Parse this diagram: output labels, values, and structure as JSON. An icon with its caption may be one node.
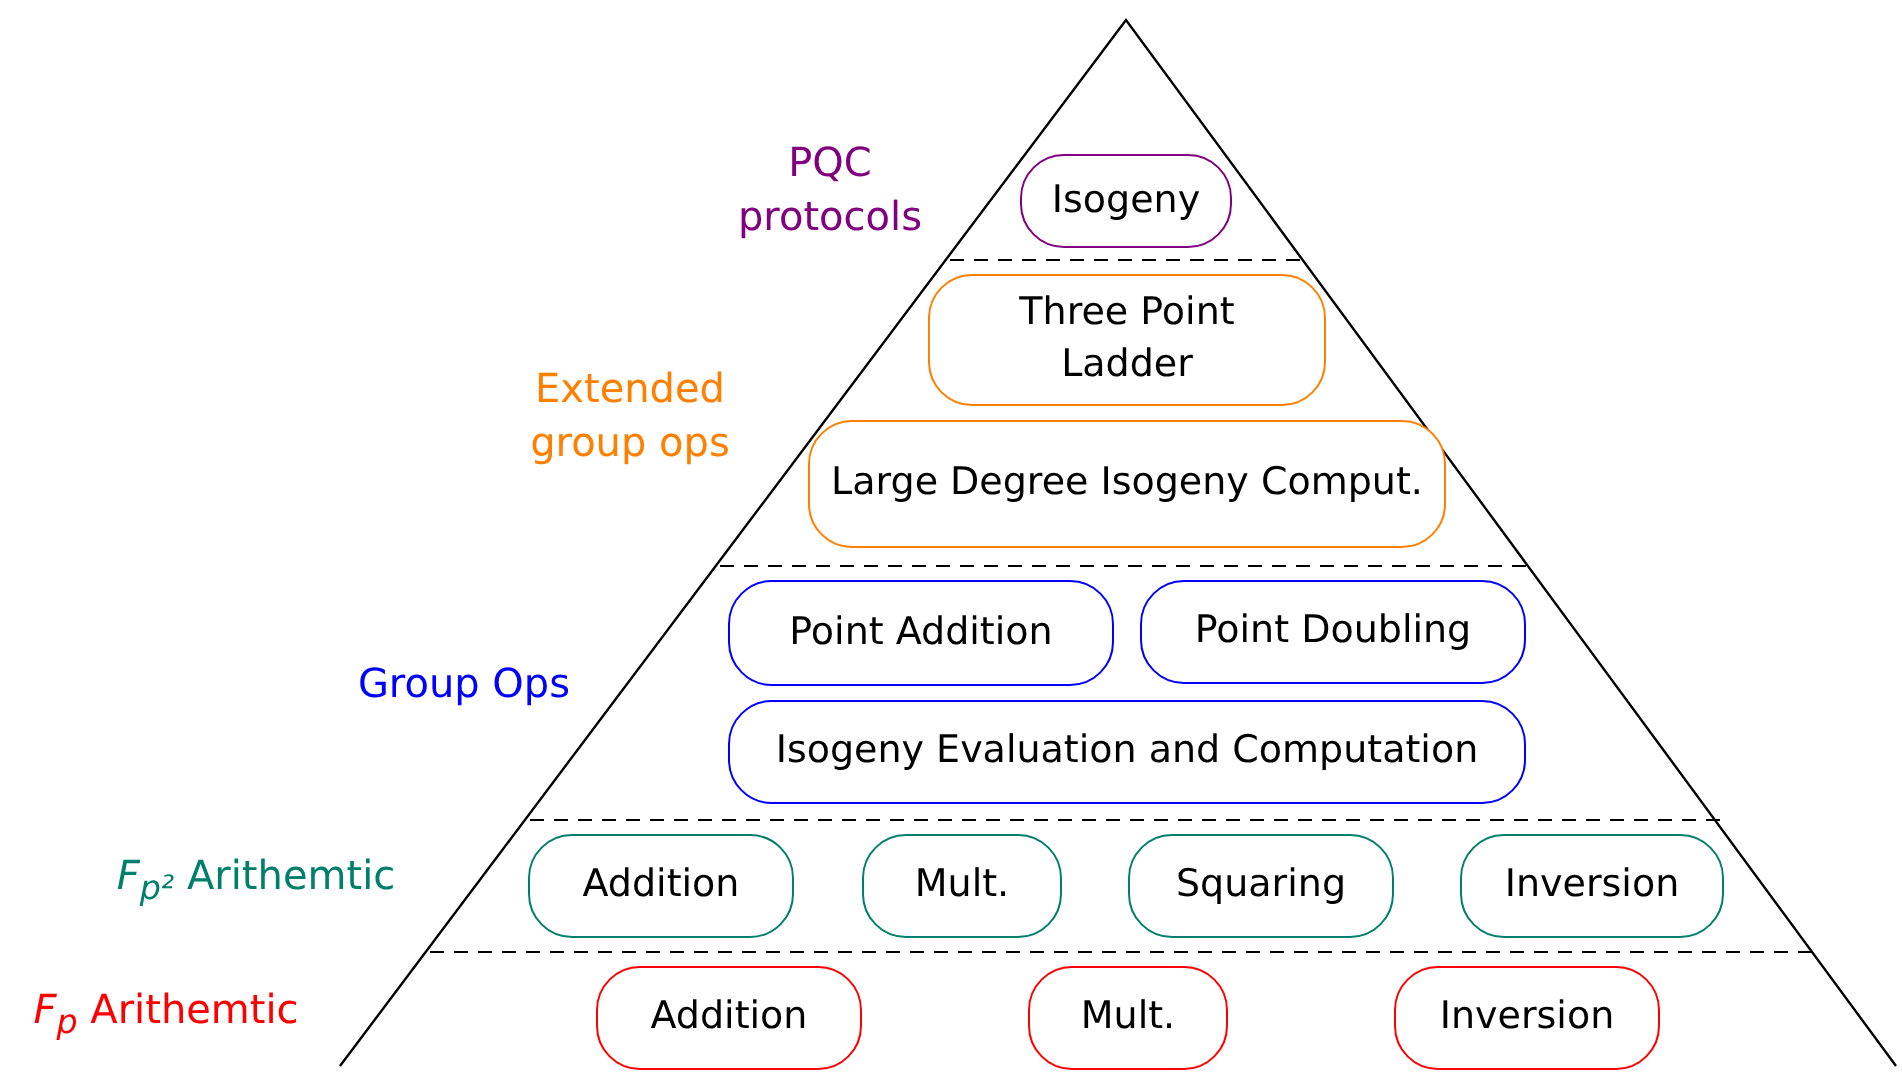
{
  "diagram": {
    "nodes": [
      {
        "text": [
          "Isogeny"
        ]
      },
      {
        "text": [
          "Three Point Ladder"
        ]
      },
      {
        "text": [
          "Large Degree Isogeny Comput."
        ]
      },
      {
        "text": [
          "Point Addition"
        ]
      },
      {
        "text": [
          "Point Doubling"
        ]
      },
      {
        "text": [
          "Isogeny Evaluation and Computation"
        ]
      },
      {
        "text": [
          "Addition"
        ]
      },
      {
        "text": [
          "Mult."
        ]
      },
      {
        "text": [
          "Squaring"
        ]
      },
      {
        "text": [
          "Inversion"
        ]
      },
      {
        "text": [
          "Addition"
        ]
      },
      {
        "text": [
          "Mult."
        ]
      },
      {
        "text": [
          "Inversion"
        ]
      }
    ],
    "labels": [
      "PQC protocols",
      "Extended group ops",
      "Group Ops",
      "*F*$_{p²}$ Arithemtic",
      "*F*$_{p}$ Arithemtic"
    ]
  }
}
